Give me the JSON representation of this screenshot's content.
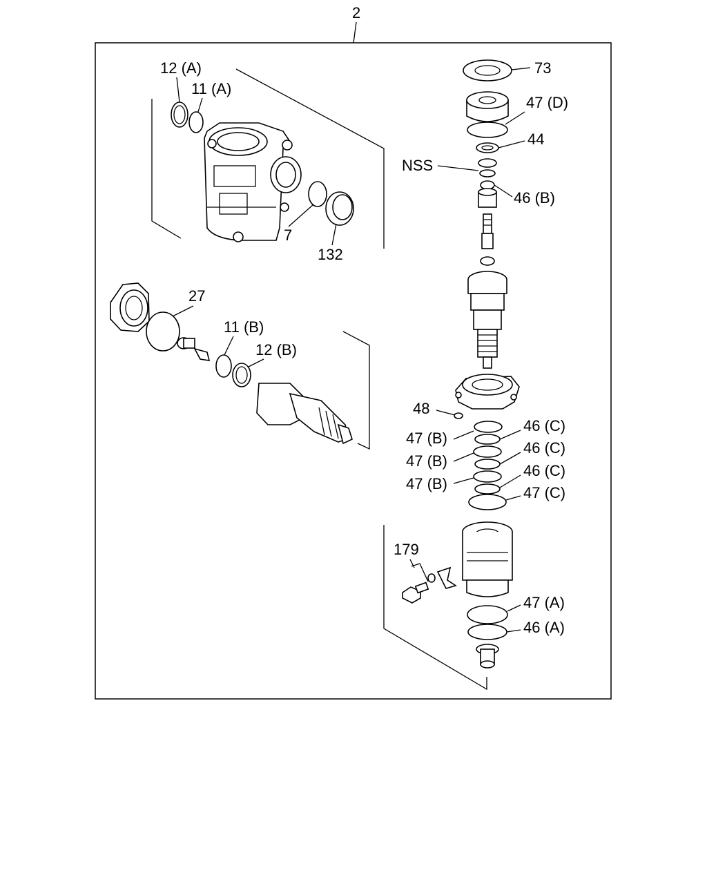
{
  "assembly": {
    "number": "2",
    "callouts": {
      "c12a": "12 (A)",
      "c11a": "11 (A)",
      "c7": "7",
      "c132": "132",
      "c27": "27",
      "c11b": "11 (B)",
      "c12b": "12 (B)",
      "c73": "73",
      "c47d": "47 (D)",
      "c44": "44",
      "cnss": "NSS",
      "c46b": "46 (B)",
      "c48": "48",
      "c46c1": "46 (C)",
      "c47b1": "47 (B)",
      "c46c2": "46 (C)",
      "c47b2": "47 (B)",
      "c46c3": "46 (C)",
      "c47b3": "47 (B)",
      "c47c": "47 (C)",
      "c179": "179",
      "c47a": "47 (A)",
      "c46a": "46 (A)"
    }
  }
}
